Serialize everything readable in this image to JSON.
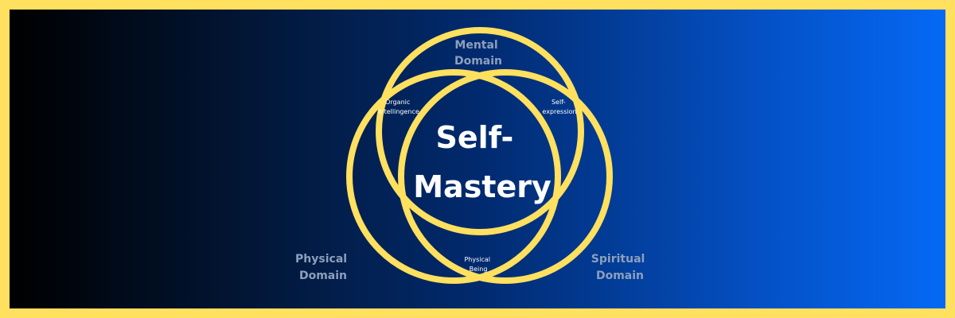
{
  "colors": {
    "border": "#ffe05f",
    "ring": "#ffe05f",
    "domain_text": "#8ca0bd",
    "center_text": "#ffffff"
  },
  "domains": {
    "mental": [
      "Mental",
      "Domain"
    ],
    "physical": [
      "Physical",
      "Domain"
    ],
    "spiritual": [
      "Spiritual",
      "Domain"
    ]
  },
  "overlaps": {
    "mental_physical": [
      "Organic",
      "Intellingence"
    ],
    "mental_spiritual": [
      "Self-",
      "expression"
    ],
    "physical_spiritual": [
      "Physical",
      "Being"
    ]
  },
  "center": [
    "Self-",
    "Mastery"
  ]
}
